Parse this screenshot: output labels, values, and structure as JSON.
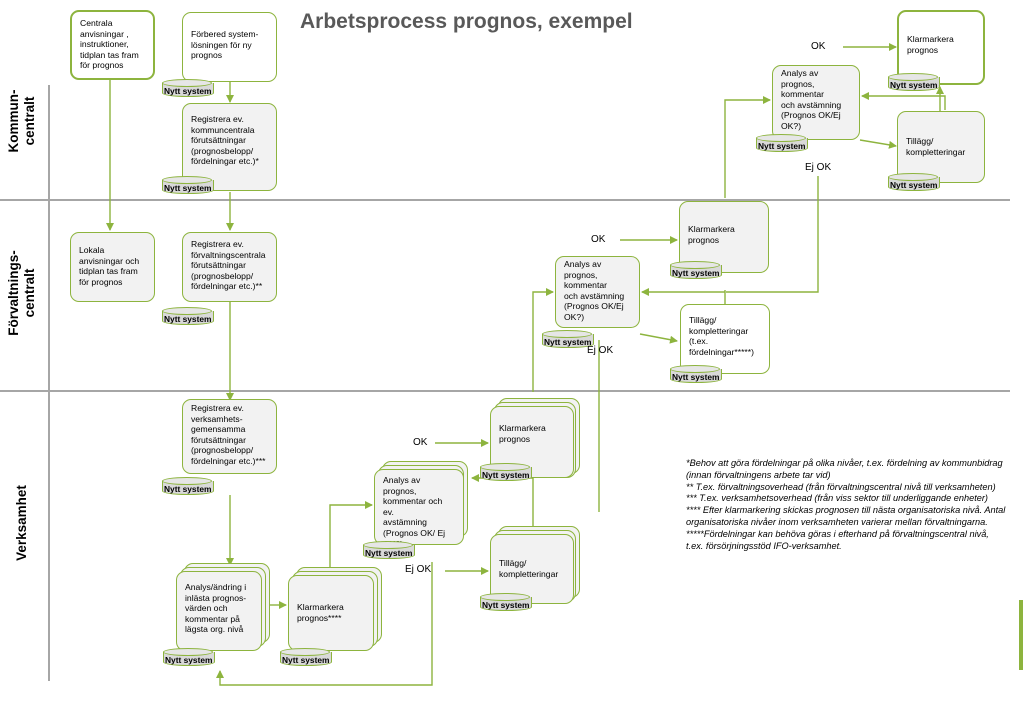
{
  "title": "Arbetsprocess prognos, exempel",
  "lanes": [
    {
      "label": "Kommun-\ncentralt"
    },
    {
      "label": "Förvaltnings-\ncentralt"
    },
    {
      "label": "Verksamhet"
    }
  ],
  "system_label": "Nytt system",
  "boxes": {
    "centrala": "Centrala\nanvisningar ,\ninstruktioner,\ntidplan tas fram\nför prognos",
    "forbered": "Förbered system-\nlösningen för ny\nprognos",
    "reg_kommun": "Registrera ev.\nkommuncentrala\nförutsättningar\n(prognosbelopp/\nfördelningar etc.)*",
    "lokala": "Lokala\nanvisningar och\ntidplan tas fram\nför prognos",
    "reg_forv": "Registrera ev.\nförvaltningscentrala\nförutsättningar\n(prognosbelopp/\nfördelningar etc.)**",
    "reg_verks": "Registrera ev.\nverksamhets-\ngemensamma\nförutsättningar\n(prognosbelopp/\nfördelningar etc.)***",
    "analys_andring": "Analys/ändring i\ninlästa prognos-\nvärden och\nkommentar på\nlägsta org. nivå",
    "klar_verks_low": "Klarmarkera\nprognos****",
    "analys_verks": "Analys av prognos,\nkommentar och ev.\navstämning\n(Prognos OK/ Ej\nOK?)",
    "klar_verks": "Klarmarkera\nprognos",
    "tillagg_verks": "Tillägg/\nkompletteringar",
    "analys_forv": "Analys av\nprognos,\nkommentar\noch avstämning\n(Prognos OK/Ej\nOK?)",
    "klar_forv": "Klarmarkera\nprognos",
    "tillagg_forv": "Tillägg/\nkompletteringar\n(t.ex.\nfördelningar*****)",
    "analys_kommun": "Analys av\nprognos,\nkommentar\noch avstämning\n(Prognos OK/Ej\nOK?)",
    "klar_kommun": "Klarmarkera\nprognos",
    "tillagg_kommun": "Tillägg/\nkompletteringar"
  },
  "flow_labels": {
    "ok": "OK",
    "ej_ok": "Ej OK"
  },
  "notes": [
    "*Behov att göra fördelningar på olika nivåer, t.ex. fördelning av kommunbidrag (innan förvaltningens arbete tar vid)",
    "** T.ex. förvaltningsoverhead (från förvaltningscentral nivå till verksamheten)",
    "*** T.ex. verksamhetsoverhead (från viss sektor till underliggande enheter)",
    "**** Efter klarmarkering skickas prognosen till nästa organisatoriska nivå. Antal organisatoriska nivåer inom verksamheten varierar mellan förvaltningarna.",
    "*****Fördelningar kan behöva göras i efterhand på förvaltningscentral nivå, t.ex. försörjningsstöd IFO-verksamhet."
  ],
  "colors": {
    "accent": "#8db43e",
    "box_fill": "#f2f2f2",
    "divider": "#a6a6a6",
    "title": "#595959"
  }
}
